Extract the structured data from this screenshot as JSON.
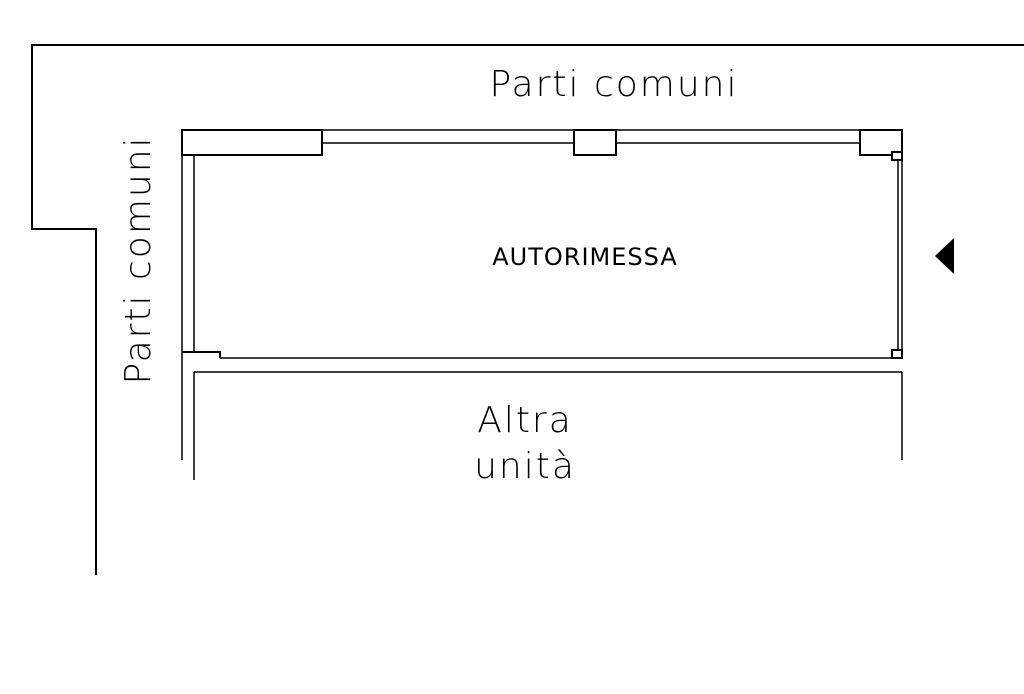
{
  "plan": {
    "labels": {
      "common_top": "Parti comuni",
      "common_left": "Parti comuni",
      "room": "AUTORIMESSA",
      "other_unit_line1": "Altra",
      "other_unit_line2": "unità"
    },
    "colors": {
      "line": "#000000",
      "background": "#ffffff"
    },
    "entrance_marker_icon": "triangle-left-icon"
  }
}
